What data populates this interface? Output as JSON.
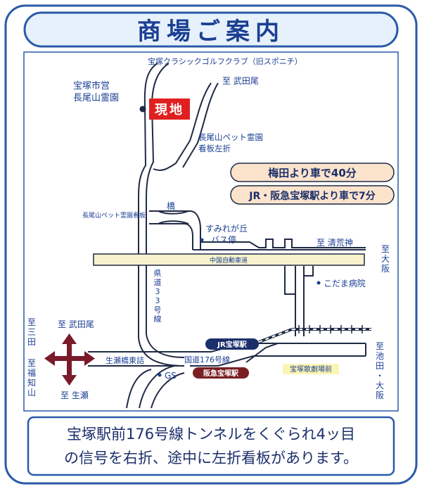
{
  "title": "商場ご案内",
  "labels": {
    "golf_club": "宝塚クラシックゴルフクラブ（旧スポニチ）",
    "cemetery_1": "宝塚市営",
    "cemetery_2": "長尾山霊園",
    "site": "現地",
    "to_takedao_top": "至 武田尾",
    "pet_cemetery_1": "長尾山ペット霊園",
    "pet_cemetery_2": "看板左折",
    "bridge": "橋",
    "pet_sign": "長尾山ペット霊園看板",
    "sumiregaoka_1": "すみれが丘",
    "sumiregaoka_2": "バス停",
    "to_kiyoshikojin": "至 清荒神",
    "expressway": "中国自動車道",
    "to_osaka_right": "至大阪",
    "prefectural_road": "県道33号線",
    "kodama_hospital": "こだま病院",
    "to_takedao_left": "至 武田尾",
    "to_sanda": "至三田",
    "to_fukuchiyama": "至福知山",
    "to_namaze": "至 生瀬",
    "namaze_bridge": "生瀬橋東詰",
    "gs": "GS",
    "jr_station": "JR宝塚駅",
    "route176": "国道176号線",
    "to_ikeda_osaka": "至池田・大阪",
    "hankyu_station": "阪急宝塚駅",
    "theater": "宝塚歌劇場前"
  },
  "access": {
    "by_car_umeda": "梅田より車で40分",
    "by_car_station": "JR・阪急宝塚駅より車で7分"
  },
  "footer": {
    "line1": "宝塚駅前176号線トンネルをくぐられ4ッ目",
    "line2": "の信号を右折、途中に左折看板があります。"
  },
  "colors": {
    "frame_blue": "#2a5aa8",
    "text_blue": "#1b3f93",
    "site_red": "#e02020",
    "access_fill": "#fbe3cc",
    "expressway_fill": "#f7f2cc",
    "jr_navy": "#1b2f6b",
    "hankyu_maroon": "#7a1f24",
    "theater_fill": "#fbf5b3",
    "arrow_maroon": "#7a1a2a"
  }
}
